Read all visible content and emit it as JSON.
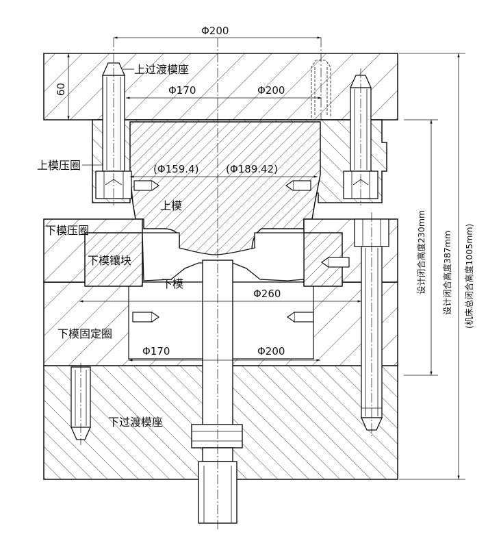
{
  "labels": {
    "upper_adapter": "上过渡模座",
    "upper_clamp_ring": "上模压圈",
    "upper_die": "上模",
    "lower_clamp_ring": "下模压圈",
    "lower_insert": "下模镶块",
    "lower_die": "下模",
    "lower_fixed_ring": "下模固定圈",
    "lower_adapter": "下过渡模座"
  },
  "dimensions": {
    "top_bolt_circle": "Φ200",
    "thickness_60": "60",
    "upper_d170": "Φ170",
    "upper_d200": "Φ200",
    "d159": "(Φ159.4)",
    "d189": "(Φ189.42)",
    "d260": "Φ260",
    "lower_d170": "Φ170",
    "lower_d200": "Φ200",
    "design_closed_height_230": "设计闭合高度230mm",
    "design_closed_height_387": "设计闭合高度387mm",
    "machine_total_closed_height": "(机床总闭合高度1005mm)"
  }
}
